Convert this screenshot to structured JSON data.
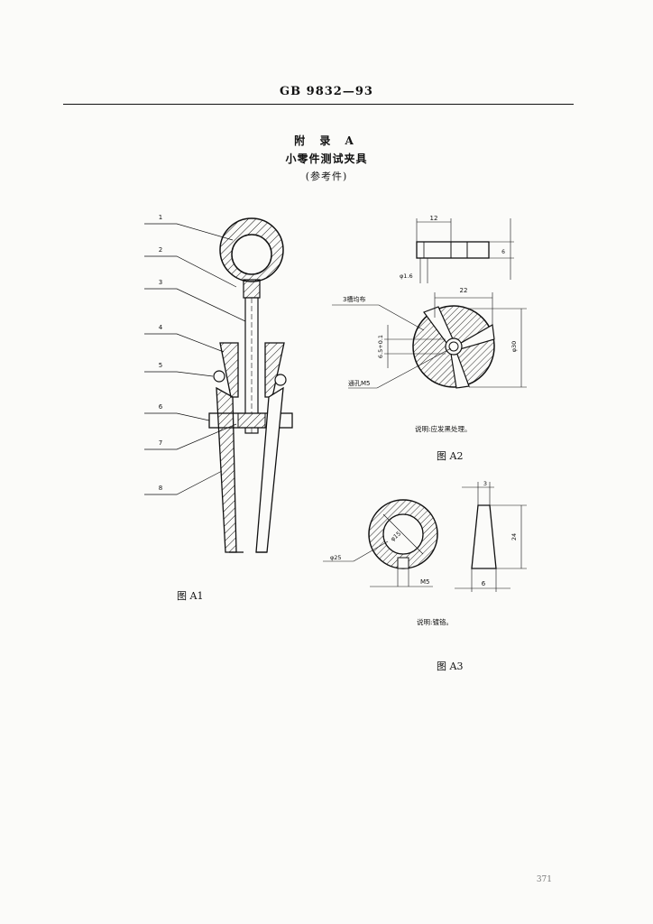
{
  "header": {
    "standard": "GB 9832—93"
  },
  "appendix": {
    "title": "附 录 A",
    "subtitle": "小零件测试夹具",
    "note": "(参考件)"
  },
  "figure_a1": {
    "caption": "图 A1",
    "callouts": [
      "1",
      "2",
      "3",
      "4",
      "5",
      "6",
      "7",
      "8"
    ]
  },
  "figure_a2": {
    "caption": "图 A2",
    "dims": [
      "12",
      "6",
      "φ1.6",
      "22",
      "φ30",
      "6.5+0.1"
    ],
    "labels": {
      "slots": "3槽均布",
      "hole": "通孔M5"
    },
    "note": "说明:应发黑处理。"
  },
  "figure_a3": {
    "caption": "图 A3",
    "dims": [
      "φ15",
      "φ25",
      "M5",
      "3",
      "24",
      "6"
    ],
    "note": "说明:镀铬。"
  },
  "page_number": "371"
}
